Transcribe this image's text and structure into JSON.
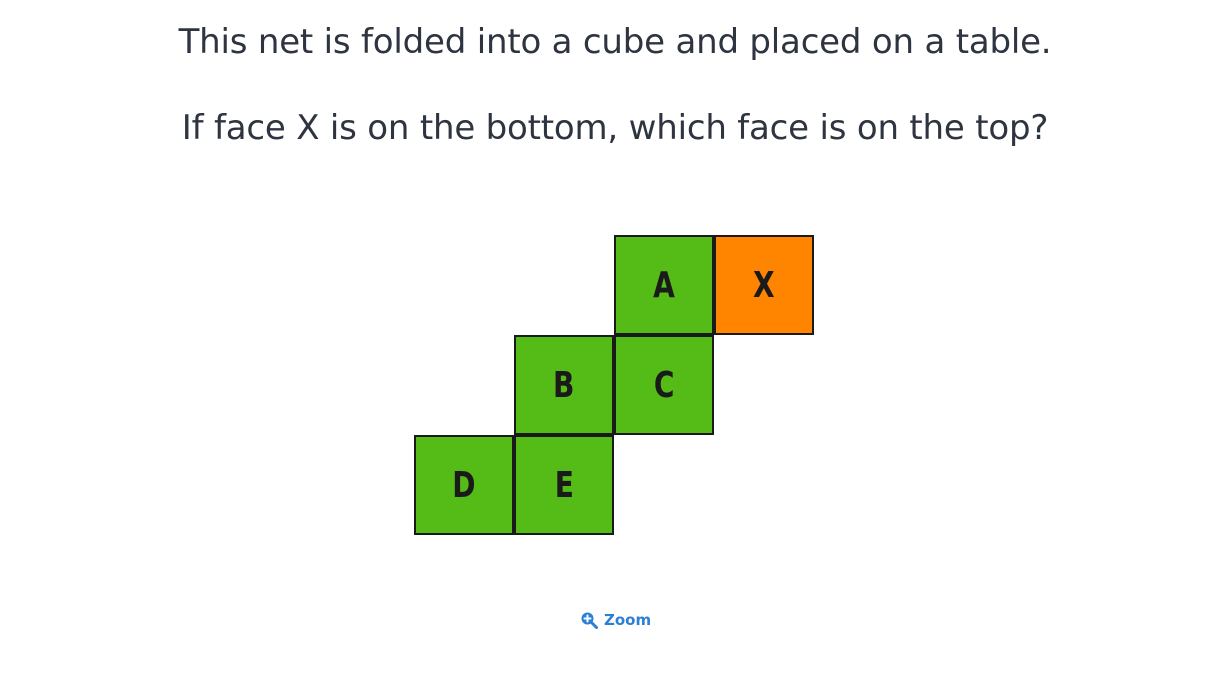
{
  "question": {
    "line1": "This net is folded into a cube and placed on a table.",
    "line2": "If face X is on the bottom, which face is on the top?"
  },
  "net": {
    "colors": {
      "default": "#55bb16",
      "highlight": "#ff8400",
      "outline": "#1a1a1a"
    },
    "faces": [
      {
        "label": "A",
        "col": 2,
        "row": 0,
        "highlight": false
      },
      {
        "label": "X",
        "col": 3,
        "row": 0,
        "highlight": true
      },
      {
        "label": "B",
        "col": 1,
        "row": 1,
        "highlight": false
      },
      {
        "label": "C",
        "col": 2,
        "row": 1,
        "highlight": false
      },
      {
        "label": "D",
        "col": 0,
        "row": 2,
        "highlight": false
      },
      {
        "label": "E",
        "col": 1,
        "row": 2,
        "highlight": false
      }
    ]
  },
  "zoom": {
    "label": "Zoom",
    "icon": "zoom-in-icon",
    "color": "#2d7fd3"
  }
}
